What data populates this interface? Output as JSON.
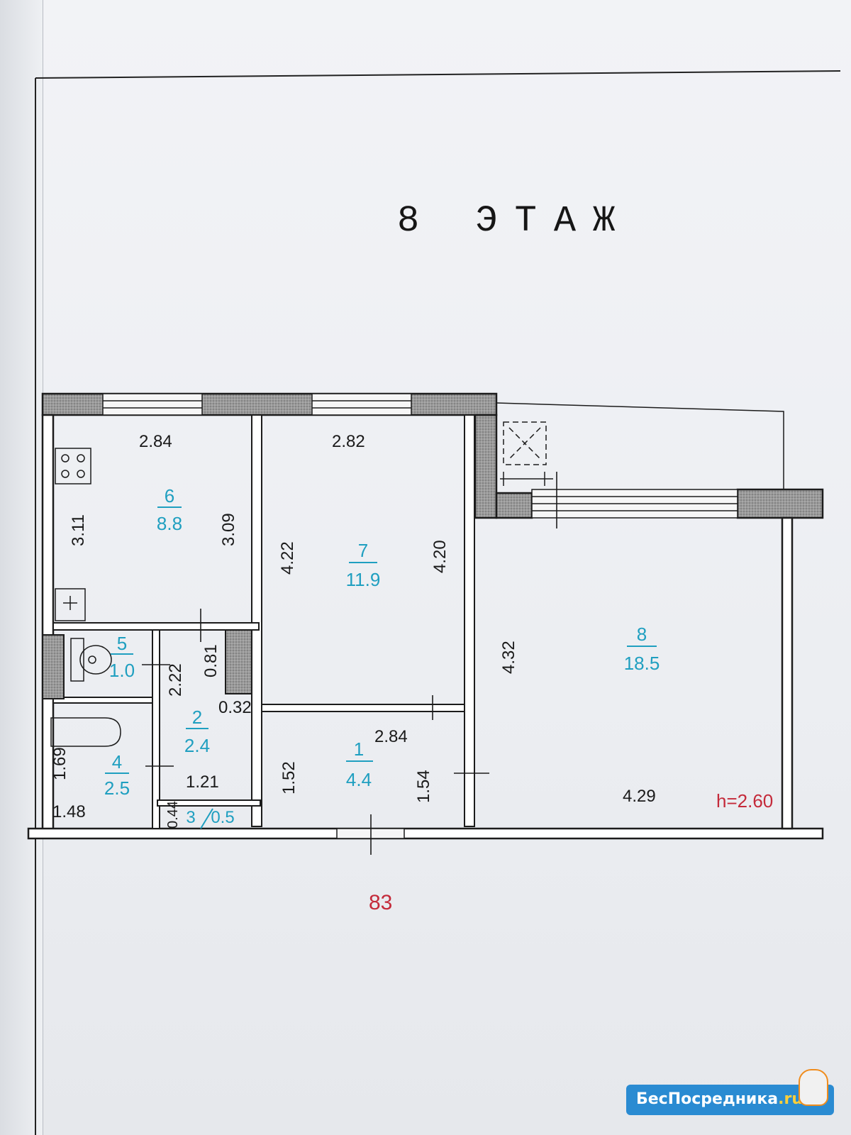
{
  "title": "8 ЭТАЖ",
  "colors": {
    "room_label": "#1f9fc0",
    "accent_red": "#c42a3a",
    "wall_fill": "#8d8d8d",
    "line": "#1c1c1c"
  },
  "rooms": {
    "r6": {
      "num": "6",
      "area": "8.8"
    },
    "r7": {
      "num": "7",
      "area": "11.9"
    },
    "r8": {
      "num": "8",
      "area": "18.5"
    },
    "r5": {
      "num": "5",
      "area": "1.0"
    },
    "r4": {
      "num": "4",
      "area": "2.5"
    },
    "r2": {
      "num": "2",
      "area": "2.4"
    },
    "r1": {
      "num": "1",
      "area": "4.4"
    },
    "r3": {
      "num": "3",
      "area": "0.5"
    }
  },
  "dims": {
    "d6_top": "2.84",
    "d6_left": "3.11",
    "d6_right": "3.09",
    "d7_top": "2.82",
    "d7_left": "4.22",
    "d7_right": "4.20",
    "d8_left": "4.32",
    "d8_bottom": "4.29",
    "d1_top": "2.84",
    "d1_left": "1.52",
    "d1_right": "1.54",
    "d2_left": "2.22",
    "d2_right": "0.81",
    "d2_corner": "0.32",
    "d2_bottom": "1.21",
    "d4_left": "1.69",
    "d4_bottom": "1.48",
    "d3_left": "0.44"
  },
  "ceiling_height": "h=2.60",
  "apartment_number": "83",
  "watermark": {
    "name": "БесПосредника",
    "tld": ".ru"
  }
}
